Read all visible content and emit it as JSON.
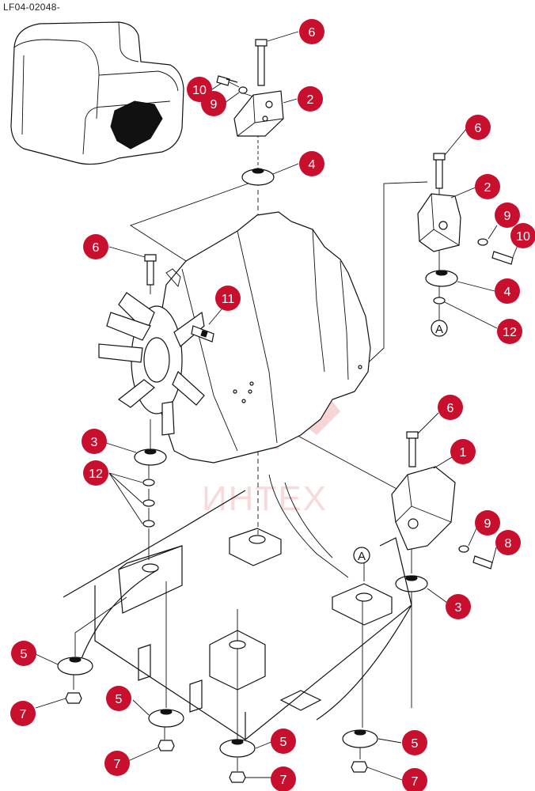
{
  "document": {
    "code": "LF04-02048-"
  },
  "watermark": {
    "text": "ИНТЕХ",
    "color": "#f2a5a5"
  },
  "colors": {
    "callout": "#c8102e",
    "callout_text": "#ffffff",
    "line": "#111111"
  },
  "reference_markers": [
    "A",
    "A"
  ],
  "callouts": [
    {
      "id": "c-6-top",
      "label": "6"
    },
    {
      "id": "c-10-top",
      "label": "10"
    },
    {
      "id": "c-9-top",
      "label": "9"
    },
    {
      "id": "c-2-top",
      "label": "2"
    },
    {
      "id": "c-4-top",
      "label": "4"
    },
    {
      "id": "c-6-right",
      "label": "6"
    },
    {
      "id": "c-2-right",
      "label": "2"
    },
    {
      "id": "c-9-right",
      "label": "9"
    },
    {
      "id": "c-10-right",
      "label": "10"
    },
    {
      "id": "c-4-right",
      "label": "4"
    },
    {
      "id": "c-12-right",
      "label": "12"
    },
    {
      "id": "c-6-left",
      "label": "6"
    },
    {
      "id": "c-11",
      "label": "11"
    },
    {
      "id": "c-6-lower-right",
      "label": "6"
    },
    {
      "id": "c-1",
      "label": "1"
    },
    {
      "id": "c-3-left",
      "label": "3"
    },
    {
      "id": "c-12-left",
      "label": "12"
    },
    {
      "id": "c-9-lower",
      "label": "9"
    },
    {
      "id": "c-8",
      "label": "8"
    },
    {
      "id": "c-3-right",
      "label": "3"
    },
    {
      "id": "c-5-a",
      "label": "5"
    },
    {
      "id": "c-5-b",
      "label": "5"
    },
    {
      "id": "c-5-c",
      "label": "5"
    },
    {
      "id": "c-5-d",
      "label": "5"
    },
    {
      "id": "c-7-a",
      "label": "7"
    },
    {
      "id": "c-7-b",
      "label": "7"
    },
    {
      "id": "c-7-c",
      "label": "7"
    },
    {
      "id": "c-7-d",
      "label": "7"
    }
  ]
}
